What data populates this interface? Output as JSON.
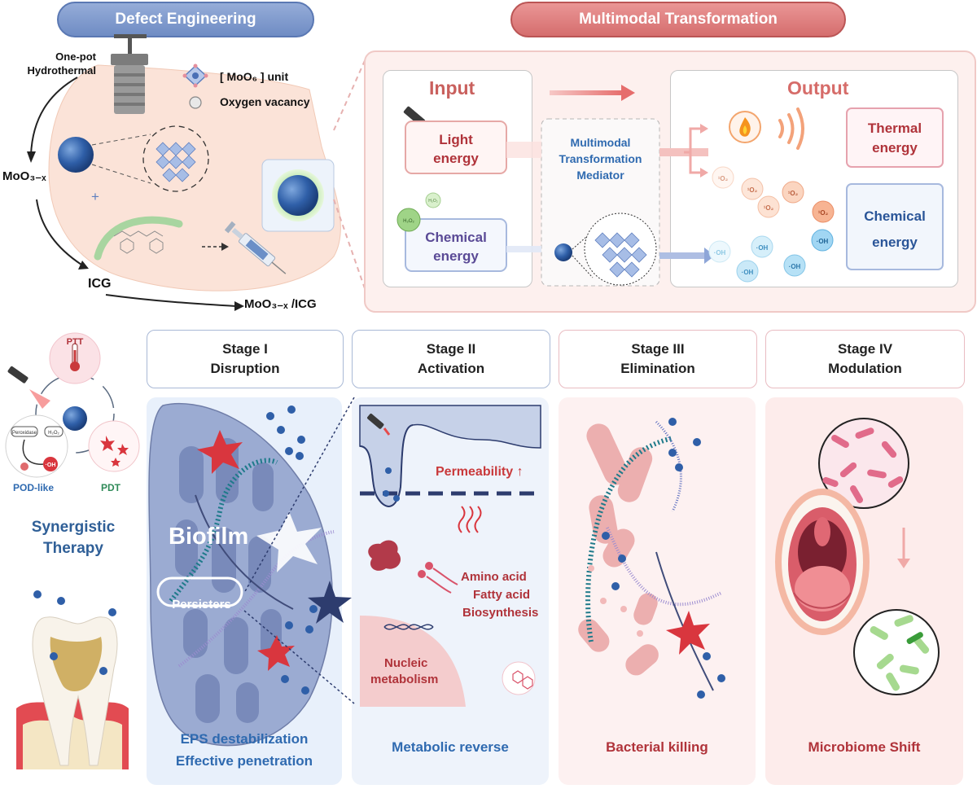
{
  "headers": {
    "defect": "Defect Engineering",
    "multimodal": "Multimodal Transformation"
  },
  "synthesis": {
    "hydro_line1": "One-pot",
    "hydro_line2": "Hydrothermal",
    "legend_unit": "[ MoO₆ ] unit",
    "legend_vacancy": "Oxygen vacancy",
    "moo3x": "MoO₃₋ₓ",
    "plus": "+",
    "icg": "ICG",
    "composite": "MoO₃₋ₓ /ICG"
  },
  "transform": {
    "input_title": "Input",
    "output_title": "Output",
    "light_energy": "Light\nenergy",
    "chemical_energy_in": "Chemical\nenergy",
    "h2o2": "H₂O₂",
    "mediator": "Multimodal\nTransformation\nMediator",
    "thermal_energy": "Thermal\nenergy",
    "chemical_energy_out": "Chemical\nenergy",
    "singlet_oxygen": "¹O₂",
    "hydroxyl": "·OH"
  },
  "therapy": {
    "ptt": "PTT",
    "pdt": "PDT",
    "pod": "POD-like",
    "peroxidase": "Peroxidase",
    "h2o2": "H₂O₂",
    "oh": "·OH",
    "title_line1": "Synergistic",
    "title_line2": "Therapy"
  },
  "stages": [
    {
      "title": "Stage I",
      "subtitle": "Disruption"
    },
    {
      "title": "Stage II",
      "subtitle": "Activation"
    },
    {
      "title": "Stage III",
      "subtitle": "Elimination"
    },
    {
      "title": "Stage IV",
      "subtitle": "Modulation"
    }
  ],
  "stage1": {
    "biofilm": "Biofilm",
    "persisters": "Persisters",
    "caption_line1": "EPS destabilization",
    "caption_line2": "Effective penetration"
  },
  "stage2": {
    "permeability": "Permeability ↑",
    "amino": "Amino acid",
    "fatty": "Fatty acid",
    "biosynthesis": "Biosynthesis",
    "nucleic1": "Nucleic",
    "nucleic2": "metabolism",
    "caption": "Metabolic reverse"
  },
  "stage3": {
    "caption": "Bacterial killing"
  },
  "stage4": {
    "caption": "Microbiome Shift"
  },
  "colors": {
    "blue_header": "#7d98cc",
    "red_header": "#e07f7e",
    "dark_red": "#b0333a",
    "dark_blue": "#2f6ab0"
  }
}
